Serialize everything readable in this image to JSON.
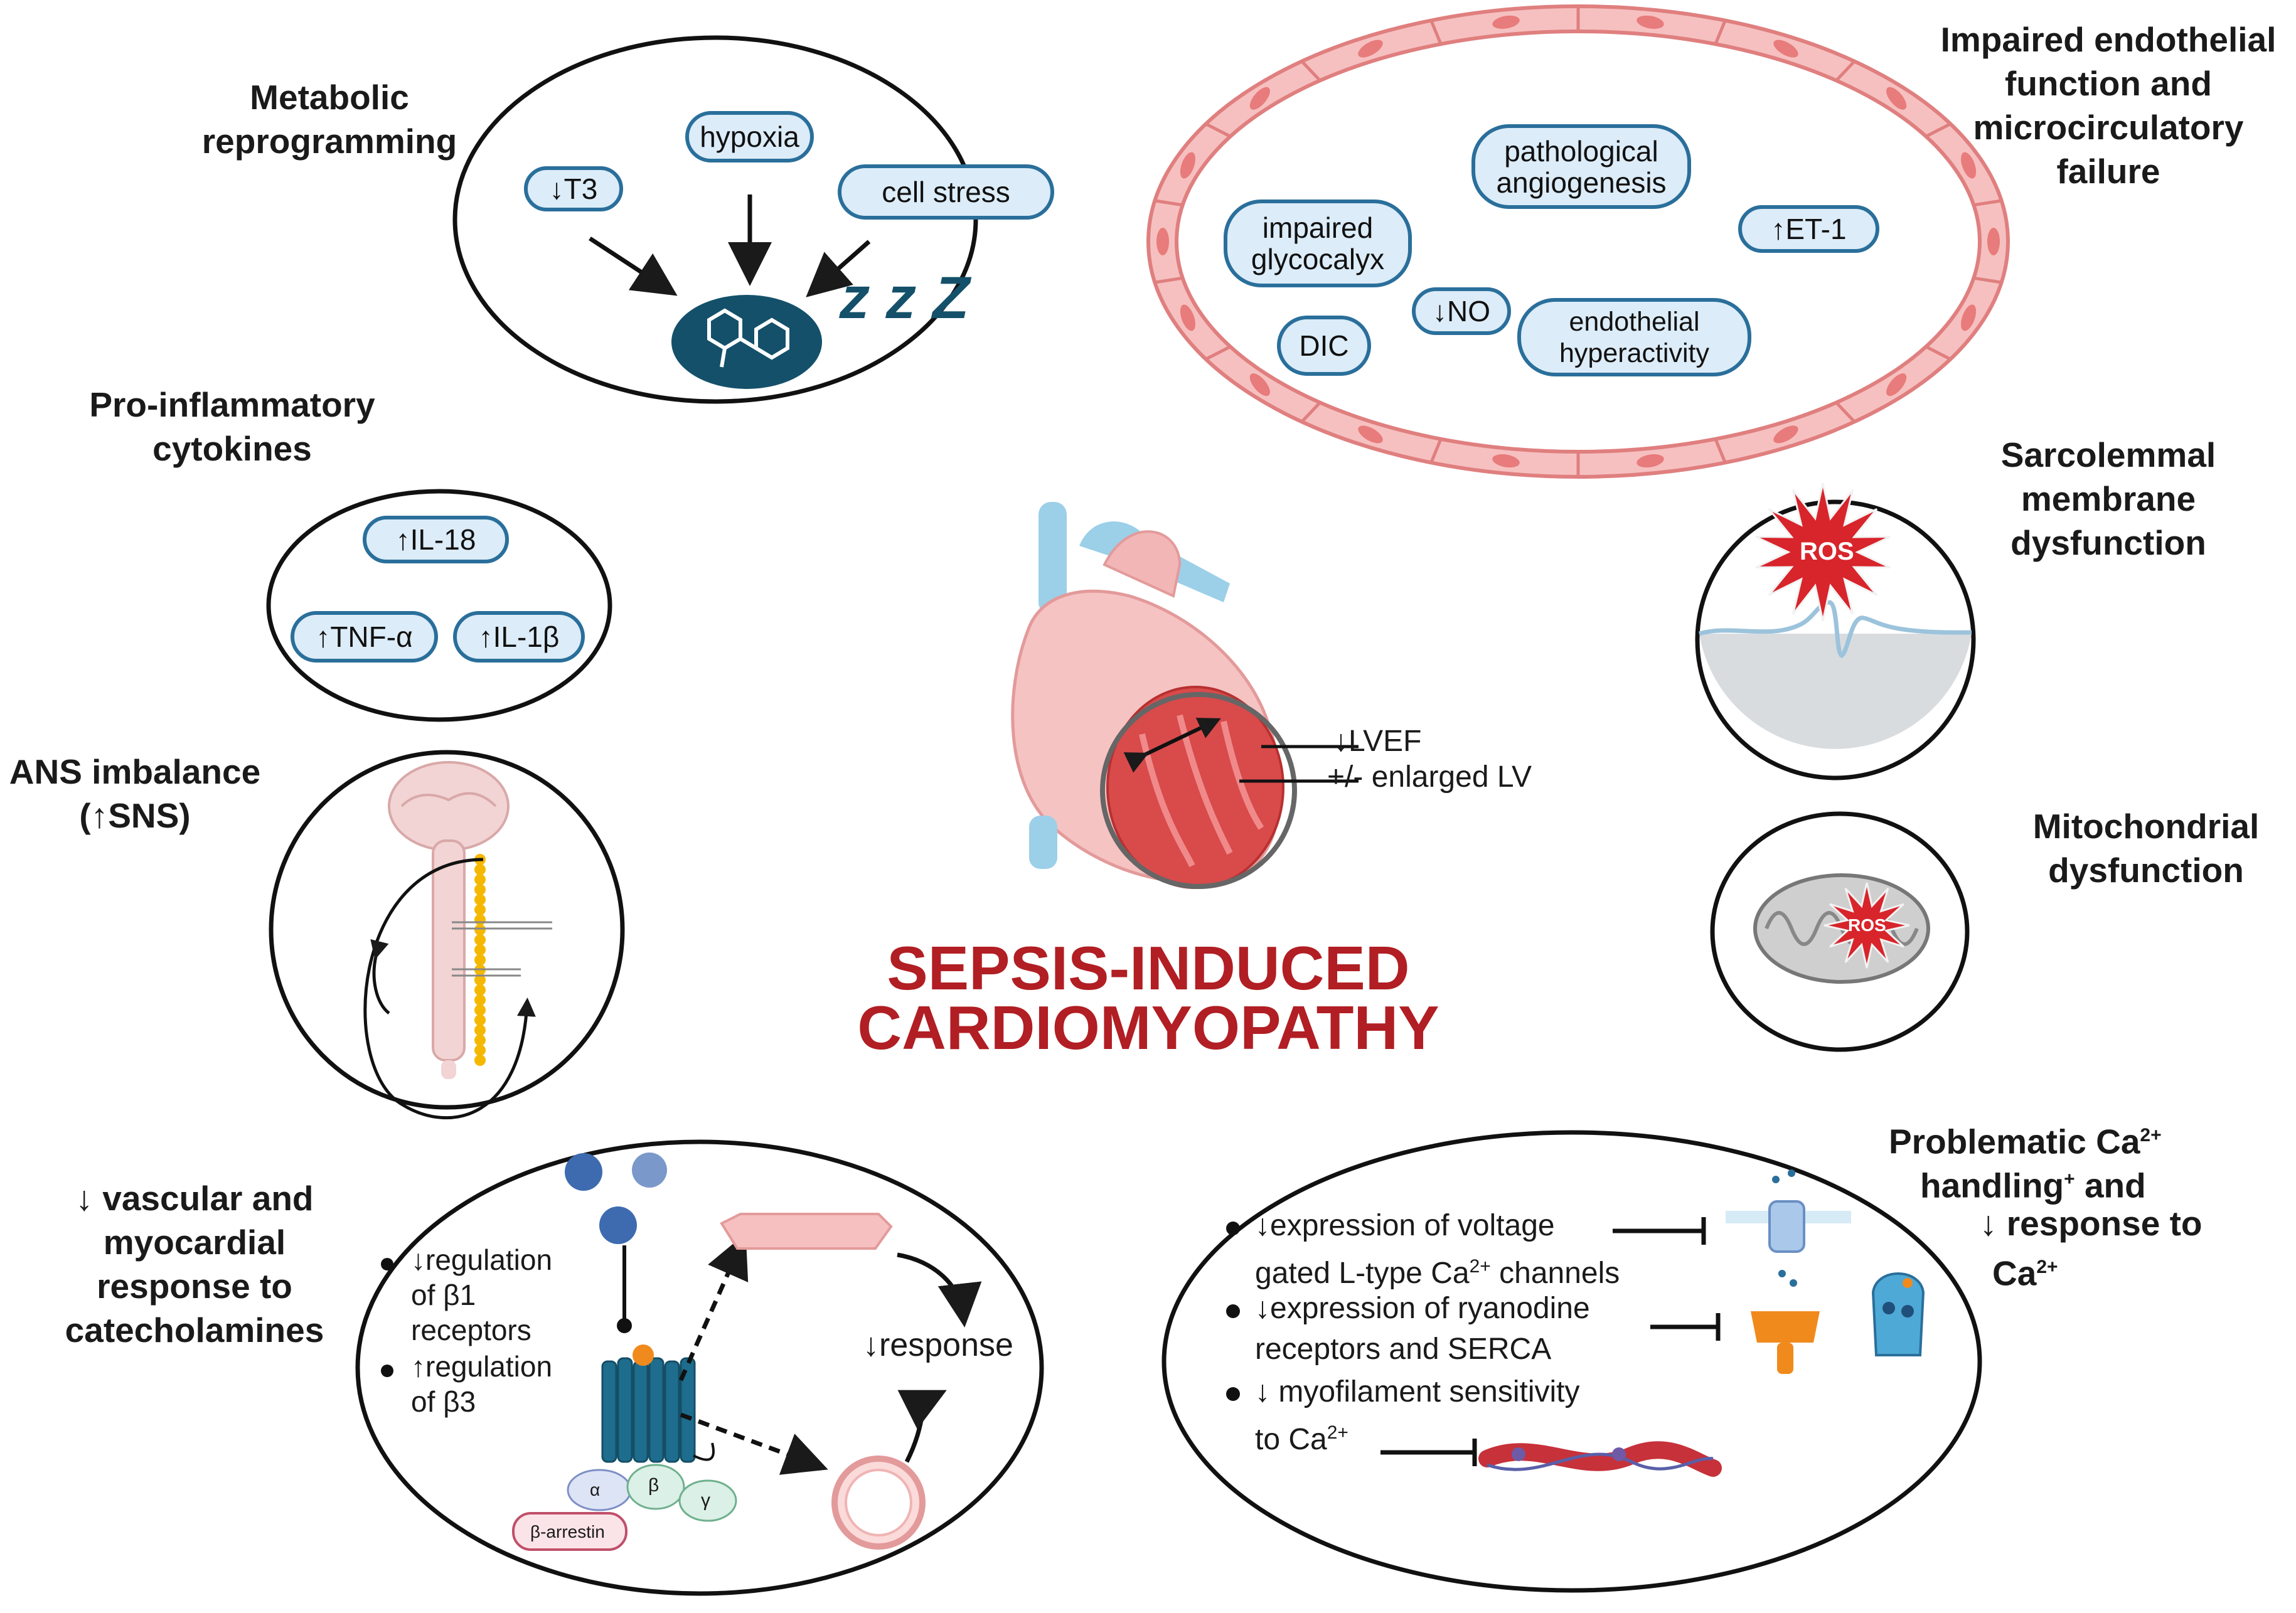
{
  "title": {
    "line1": "SEPSIS-INDUCED",
    "line2": "CARDIOMYOPATHY"
  },
  "metabolic": {
    "heading": "Metabolic\nreprogramming",
    "t3": "↓T3",
    "hypoxia": "hypoxia",
    "cell_stress": "cell stress",
    "sleep": "z z Z"
  },
  "endothelial": {
    "heading": "Impaired endothelial\nfunction and\nmicrocirculatory\nfailure",
    "pathological_angiogenesis": "pathological\nangiogenesis",
    "impaired_glycocalyx": "impaired\nglycocalyx",
    "et1": "↑ET-1",
    "no": "↓NO",
    "dic": "DIC",
    "hyperactivity": "endothelial\nhyperactivity"
  },
  "cytokines": {
    "heading": "Pro-inflammatory\ncytokines",
    "il18": "↑IL-18",
    "tnf": "↑TNF-α",
    "il1b": "↑IL-1β"
  },
  "ans": {
    "heading": "ANS imbalance\n(↑SNS)"
  },
  "heart": {
    "lvef": "↓LVEF",
    "enlarged": "+/- enlarged LV"
  },
  "sarcolemmal": {
    "heading": "Sarcolemmal\nmembrane\ndysfunction",
    "ros": "ROS"
  },
  "mitochondrial": {
    "heading": "Mitochondrial\ndysfunction",
    "ros": "ROS"
  },
  "catecholamines": {
    "heading": "↓ vascular and\nmyocardial\nresponse to\ncatecholamines",
    "bullet1": "↓regulation\nof β1\nreceptors",
    "bullet2": "↑regulation\nof β3",
    "response": "↓response",
    "alpha": "α",
    "beta": "β",
    "gamma": "γ",
    "arrestin": "β-arrestin"
  },
  "calcium": {
    "heading_line1": "Problematic Ca",
    "heading_sup1": "2+",
    "heading_line2": "handling",
    "heading_sup2": "+",
    "heading_line2b": " and",
    "heading_line3": "↓ response to",
    "heading_line4": "Ca",
    "heading_sup4": "2+",
    "bullet1a": "↓expression of voltage",
    "bullet1b": "gated L-type Ca",
    "bullet1b_sup": "2+",
    "bullet1b_end": " channels",
    "bullet2a": "↓expression of ryanodine",
    "bullet2b": "receptors and SERCA",
    "bullet3a": "↓ myofilament sensitivity",
    "bullet3b": "to Ca",
    "bullet3b_sup": "2+"
  },
  "colors": {
    "accent_red": "#b11e23",
    "pill_border": "#2a6f9b",
    "pill_fill": "#dcecf8",
    "vessel": "#f2a6a6",
    "teal": "#14506a"
  }
}
